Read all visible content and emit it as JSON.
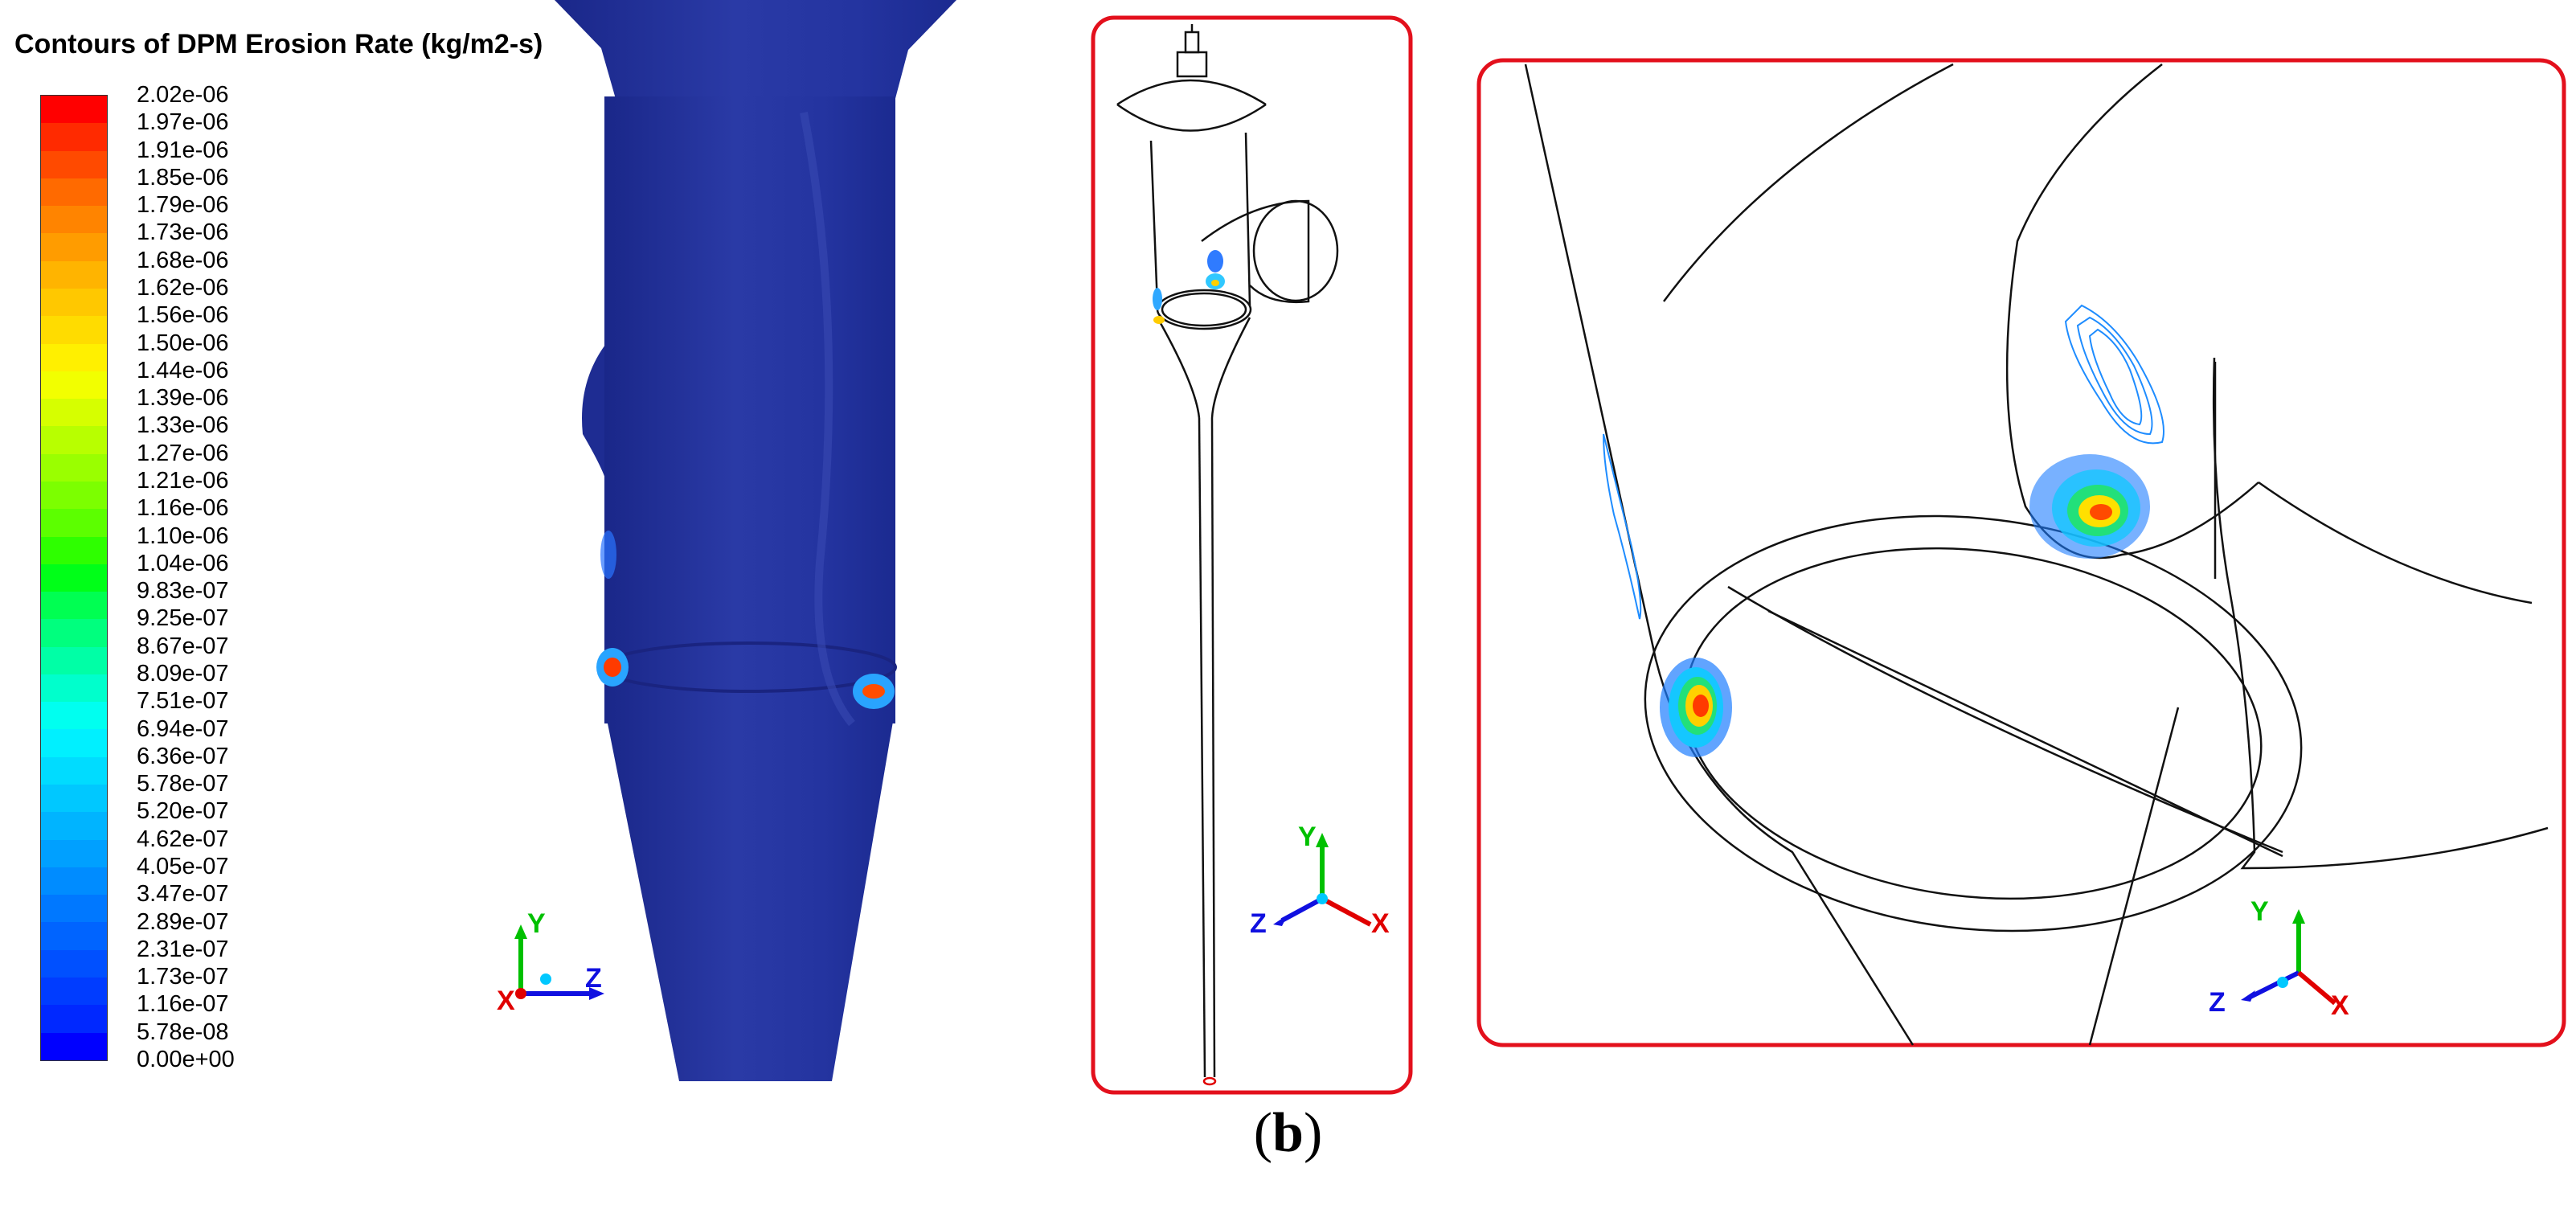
{
  "figure": {
    "colorbar_title": "Contours of DPM Erosion Rate (kg/m2-s)",
    "colorbar_levels": [
      "2.02e-06",
      "1.97e-06",
      "1.91e-06",
      "1.85e-06",
      "1.79e-06",
      "1.73e-06",
      "1.68e-06",
      "1.62e-06",
      "1.56e-06",
      "1.50e-06",
      "1.44e-06",
      "1.39e-06",
      "1.33e-06",
      "1.27e-06",
      "1.21e-06",
      "1.16e-06",
      "1.10e-06",
      "1.04e-06",
      "9.83e-07",
      "9.25e-07",
      "8.67e-07",
      "8.09e-07",
      "7.51e-07",
      "6.94e-07",
      "6.36e-07",
      "5.78e-07",
      "5.20e-07",
      "4.62e-07",
      "4.05e-07",
      "3.47e-07",
      "2.89e-07",
      "2.31e-07",
      "1.73e-07",
      "1.16e-07",
      "5.78e-08",
      "0.00e+00"
    ],
    "colormap": [
      "#ff0000",
      "#ff2a00",
      "#ff4a00",
      "#ff6a00",
      "#ff8400",
      "#ff9c00",
      "#ffb400",
      "#ffc800",
      "#ffdc00",
      "#fff000",
      "#f2ff00",
      "#d6ff00",
      "#b8ff00",
      "#9aff00",
      "#7cff00",
      "#5cff00",
      "#2eff00",
      "#00ff18",
      "#00ff52",
      "#00ff7e",
      "#00ffa6",
      "#00ffcc",
      "#00fff0",
      "#00f0ff",
      "#00dcff",
      "#00c8ff",
      "#00b4ff",
      "#00a0ff",
      "#008cff",
      "#0078ff",
      "#0064ff",
      "#0050ff",
      "#003cff",
      "#0028ff",
      "#0000ff"
    ],
    "axes_left": {
      "y": "Y",
      "x": "X",
      "z": "Z"
    },
    "axes_middle": {
      "y": "Y",
      "x": "X",
      "z": "Z"
    },
    "axes_right": {
      "y": "Y",
      "x": "X",
      "z": "Z"
    },
    "panel_label": "b",
    "colors": {
      "geometry": "#23309a",
      "frame": "#e3101c",
      "line": "#111111",
      "axis_y": "#00c000",
      "axis_z": "#1010e0",
      "axis_x": "#e00000",
      "origin": "#00c8ff"
    }
  }
}
